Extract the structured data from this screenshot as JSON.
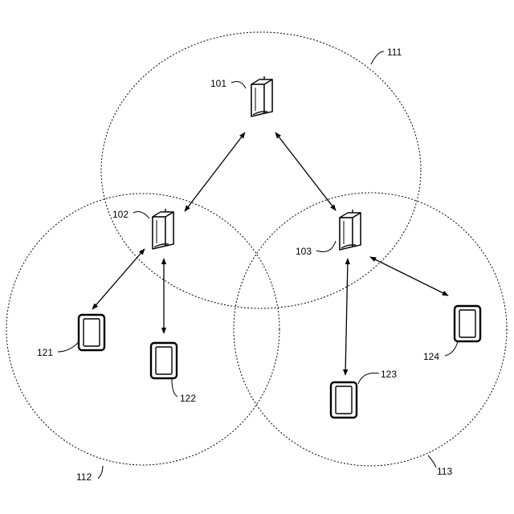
{
  "diagram": {
    "cells": [
      {
        "id": "cell-111",
        "label": "111"
      },
      {
        "id": "cell-112",
        "label": "112"
      },
      {
        "id": "cell-113",
        "label": "113"
      }
    ],
    "base_stations": [
      {
        "id": "bs-101",
        "label": "101"
      },
      {
        "id": "bs-102",
        "label": "102"
      },
      {
        "id": "bs-103",
        "label": "103"
      }
    ],
    "devices": [
      {
        "id": "dev-121",
        "label": "121"
      },
      {
        "id": "dev-122",
        "label": "122"
      },
      {
        "id": "dev-123",
        "label": "123"
      },
      {
        "id": "dev-124",
        "label": "124"
      }
    ],
    "links": [
      {
        "from": "101",
        "to": "102"
      },
      {
        "from": "101",
        "to": "103"
      },
      {
        "from": "102",
        "to": "121"
      },
      {
        "from": "102",
        "to": "122"
      },
      {
        "from": "103",
        "to": "123"
      },
      {
        "from": "103",
        "to": "124"
      }
    ]
  }
}
